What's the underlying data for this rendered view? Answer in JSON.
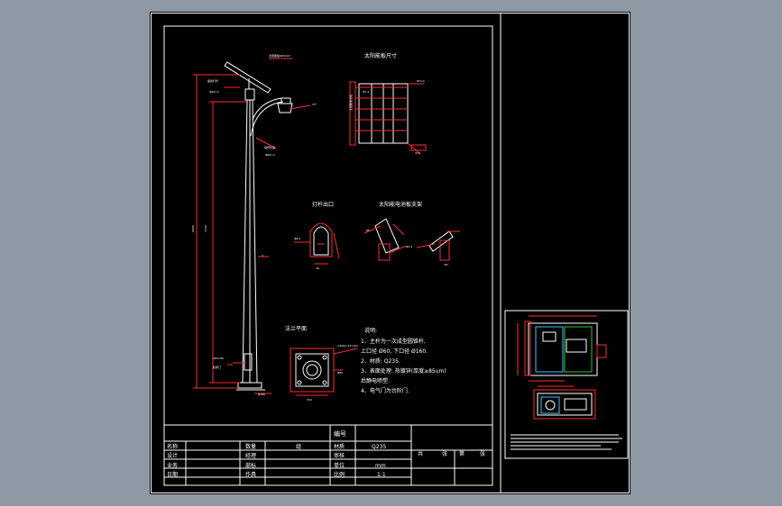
{
  "views": {
    "panel_dim": "太阳能板尺寸",
    "lamp_port": "灯杆出口",
    "bracket": "太阳能电池板支架",
    "base_plan": "法兰平面"
  },
  "notes": {
    "heading": "说明:",
    "lines": [
      "1、主杆为一次成型圆锥杆,",
      "   上口径 Ø60, 下口径 Ø160.",
      "2、材质: Q235.",
      "3、表面处理: 热镀锌(厚度≥85um)",
      "   后静电喷塑.",
      "4、电气门为台阶门."
    ]
  },
  "title_block": {
    "code_label": "编号",
    "rows_left": [
      "名称",
      "设计",
      "业务",
      "日期"
    ],
    "qty_label": "数量",
    "qty_value": "组",
    "mid_labels": [
      "经理",
      "部标",
      "作具"
    ],
    "material_label": "材质",
    "material_value": "Q235",
    "review_label": "审核",
    "unit_label": "单位",
    "unit_value": "mm",
    "scale_label": "比例",
    "scale_value": "1:1",
    "total_label": "共",
    "sheet_label": "张",
    "no_label": "第",
    "sheet_label2": "张"
  },
  "colors": {
    "background": "#8f98a5",
    "sheet": "#000000",
    "line": "#ffffff",
    "dimension": "#ff2b2b",
    "hatch": "#38c8ff"
  }
}
